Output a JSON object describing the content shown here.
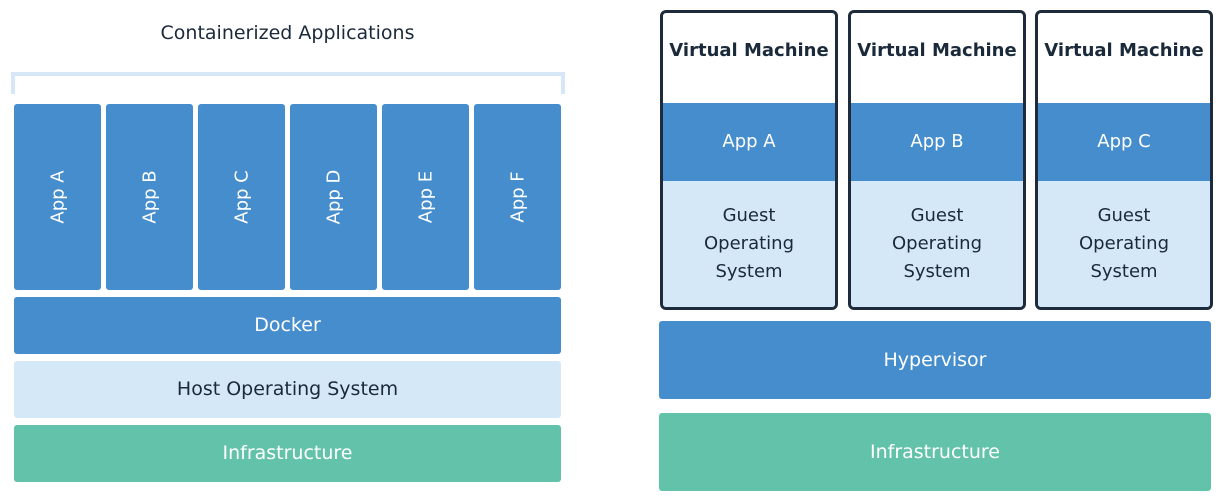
{
  "containers": {
    "title": "Containerized Applications",
    "apps": [
      "App A",
      "App B",
      "App C",
      "App D",
      "App E",
      "App F"
    ],
    "docker": "Docker",
    "host_os": "Host Operating System",
    "infrastructure": "Infrastructure"
  },
  "vms": {
    "machines": [
      {
        "title": "Virtual Machine",
        "app": "App A",
        "guest_os": "Guest\nOperating\nSystem"
      },
      {
        "title": "Virtual Machine",
        "app": "App B",
        "guest_os": "Guest\nOperating\nSystem"
      },
      {
        "title": "Virtual Machine",
        "app": "App C",
        "guest_os": "Guest\nOperating\nSystem"
      }
    ],
    "hypervisor": "Hypervisor",
    "infrastructure": "Infrastructure"
  },
  "colors": {
    "blue": "#458dcc",
    "light_blue": "#d4e8f8",
    "green": "#63c3aa",
    "dark": "#1e2b3a"
  }
}
